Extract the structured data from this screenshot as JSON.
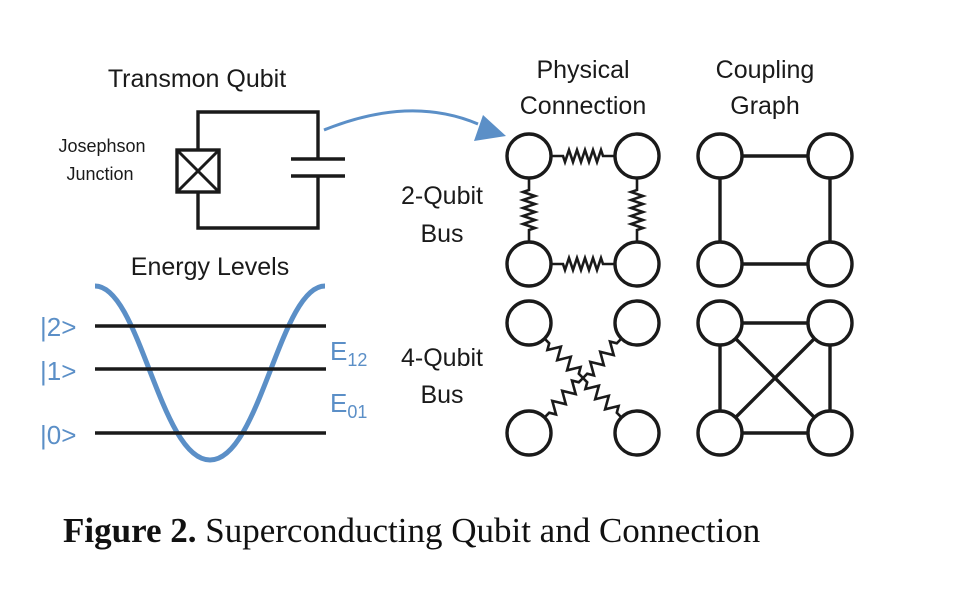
{
  "transmon": {
    "title": "Transmon Qubit",
    "junction_line1": "Josephson",
    "junction_line2": "Junction"
  },
  "energy": {
    "title": "Energy Levels",
    "level2": "|2>",
    "level1": "|1>",
    "level0": "|0>",
    "e12_main": "E",
    "e12_sub": "12",
    "e01_main": "E",
    "e01_sub": "01"
  },
  "physical": {
    "title_line1": "Physical",
    "title_line2": "Connection"
  },
  "coupling": {
    "title_line1": "Coupling",
    "title_line2": "Graph"
  },
  "bus2": {
    "line1": "2-Qubit",
    "line2": "Bus"
  },
  "bus4": {
    "line1": "4-Qubit",
    "line2": "Bus"
  },
  "caption": {
    "label": "Figure 2.",
    "text": " Superconducting Qubit and Connection"
  },
  "colors": {
    "accent": "#5b8fc7",
    "ink": "#1a1a1a"
  }
}
